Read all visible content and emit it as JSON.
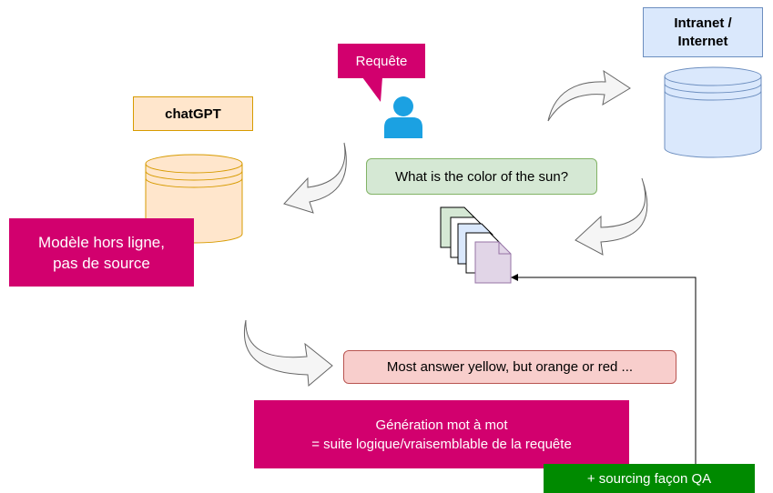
{
  "diagram": {
    "request_label": "Requête",
    "chatgpt_label": "chatGPT",
    "intranet_label": "Intranet /\nInternet",
    "offline_model_label": "Modèle hors ligne,\npas de source",
    "question_label": "What is the color of the sun?",
    "answer_label": "Most answer yellow, but orange or red ...",
    "generation_label": "Génération mot à mot\n= suite logique/vraisemblable de la requête",
    "sourcing_label": "+ sourcing façon QA"
  },
  "colors": {
    "magenta": "#d2006e",
    "chatgpt_fill": "#ffe6cc",
    "chatgpt_stroke": "#d79b00",
    "intranet_fill": "#dae8fc",
    "intranet_stroke": "#6c8ebf",
    "question_fill": "#d5e8d4",
    "answer_fill": "#f8cecc",
    "green": "#008a00",
    "user_icon": "#1ba1e2"
  },
  "icons": [
    "user-icon",
    "documents-icon",
    "database-icon",
    "curved-arrow-icon"
  ]
}
